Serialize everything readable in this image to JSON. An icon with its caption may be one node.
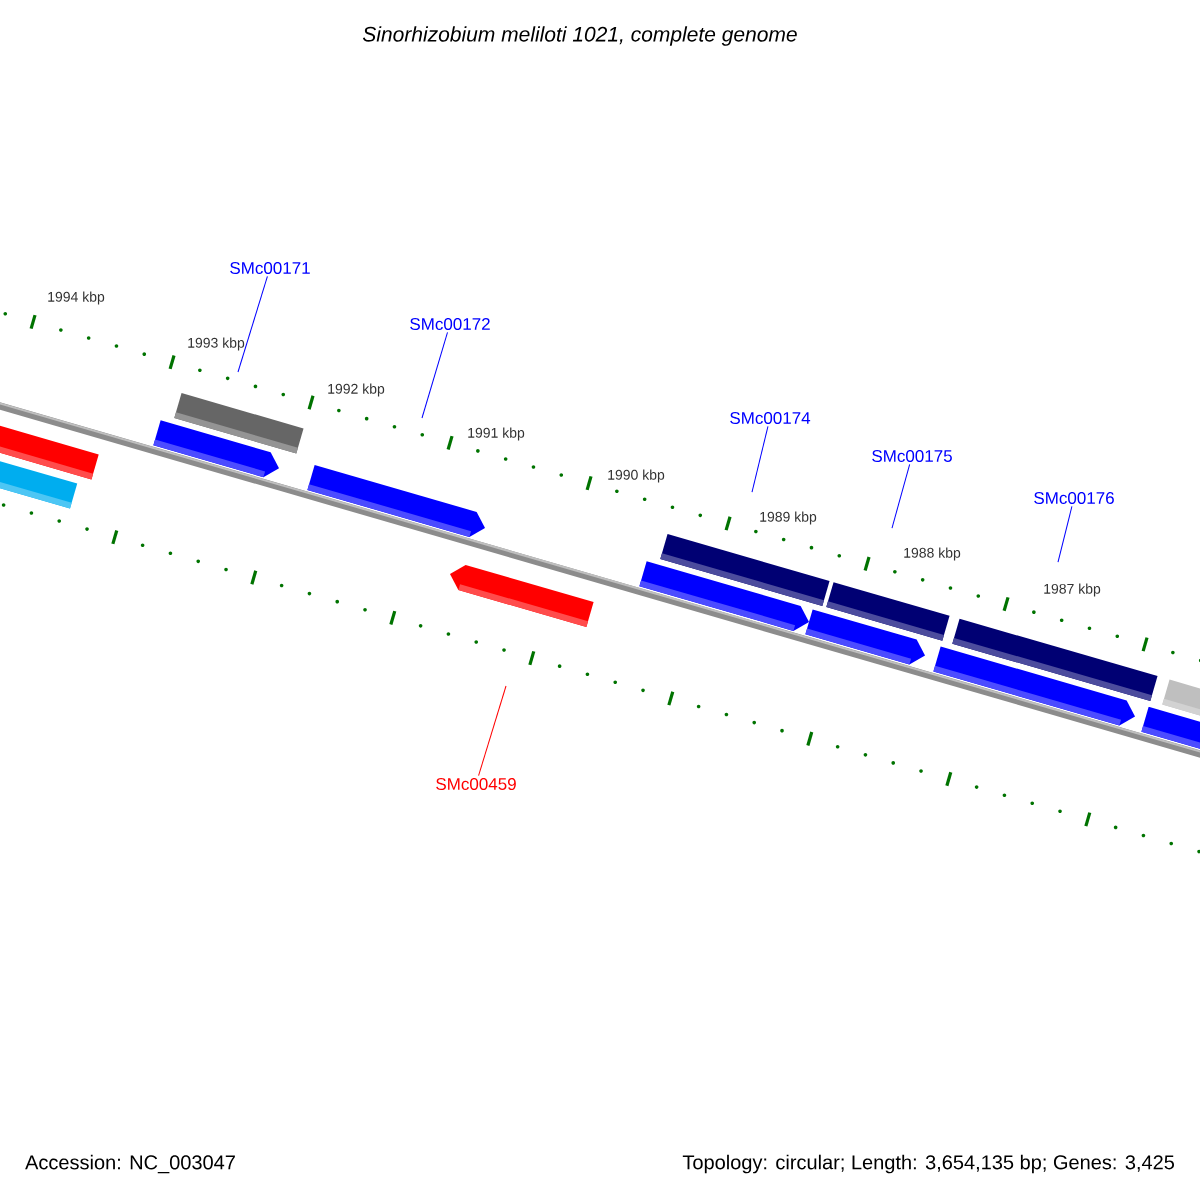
{
  "diagram": {
    "title": "Sinorhizobium meliloti 1021, complete genome",
    "nodes": [
      {
        "text": [
          "SMc00171"
        ]
      },
      {
        "text": [
          "SMc00172"
        ]
      },
      {
        "text": [
          "SMc00174"
        ]
      },
      {
        "text": [
          "SMc00175"
        ]
      },
      {
        "text": [
          "SMc00176"
        ]
      },
      {
        "text": [
          "SMc00459"
        ]
      }
    ],
    "edges": [
      {
        "from": 0,
        "to": null,
        "arrow": "none"
      },
      {
        "from": 1,
        "to": null,
        "arrow": "none"
      },
      {
        "from": 2,
        "to": null,
        "arrow": "none"
      },
      {
        "from": 3,
        "to": null,
        "arrow": "none"
      },
      {
        "from": 4,
        "to": null,
        "arrow": "none"
      },
      {
        "from": 5,
        "to": null,
        "arrow": "none",
        "color": "#ff0000"
      }
    ],
    "labels": [
      "1994 kbp",
      "1993 kbp",
      "1992 kbp",
      "1991 kbp",
      "1990 kbp",
      "1989 kbp",
      "1988 kbp",
      "1987 kbp",
      "Accession: NC_003047",
      "Topology: circular; Length: 3,654,135 bp; Genes: 3,425"
    ]
  }
}
